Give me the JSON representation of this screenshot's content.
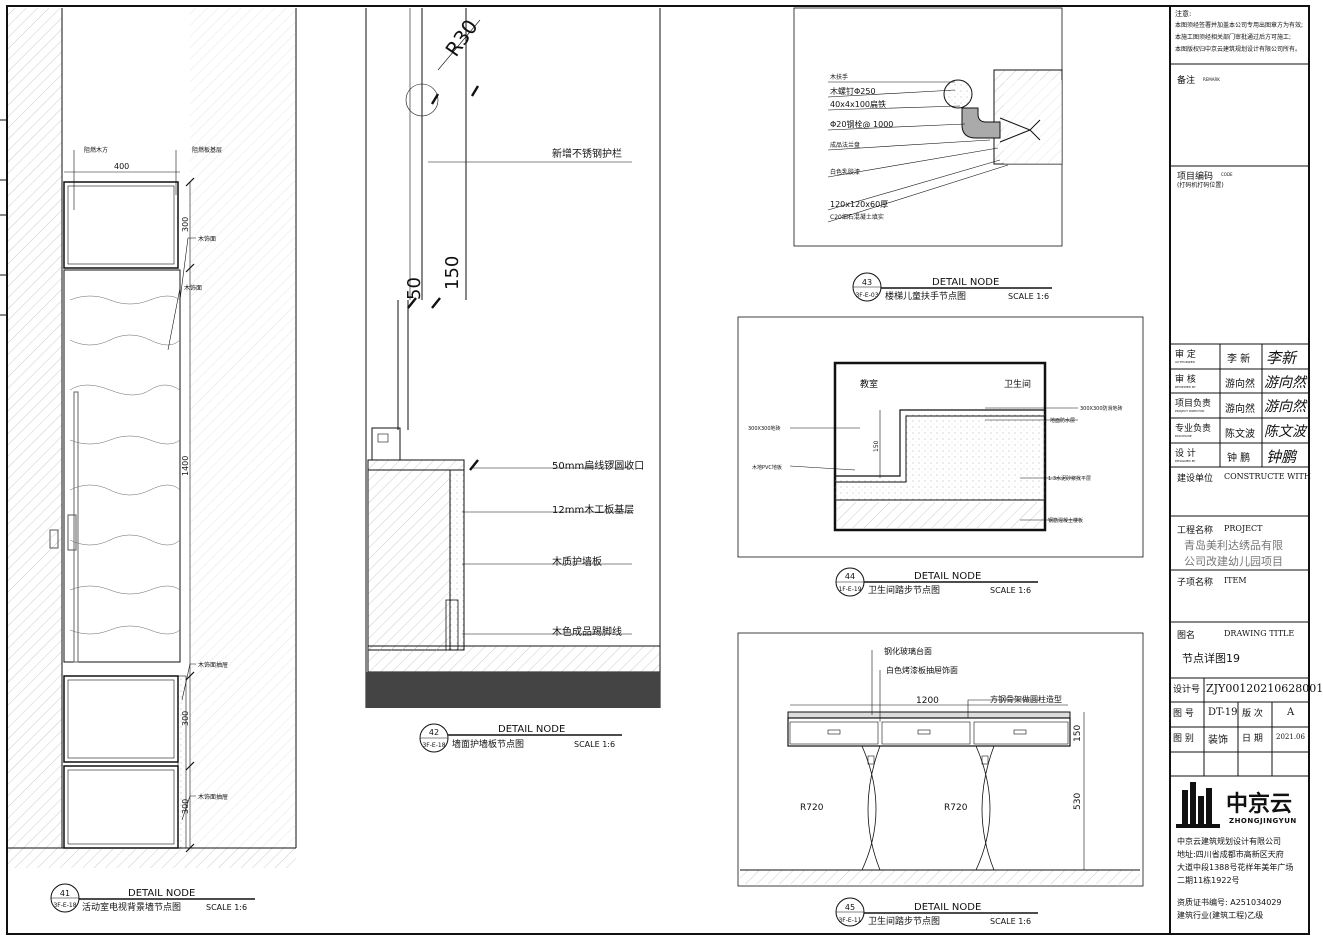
{
  "panels": {
    "d41": {
      "num": "41",
      "ref": "3F-E-18",
      "node": "DETAIL NODE",
      "title": "活动室电视背景墙节点图",
      "scale": "SCALE 1:6",
      "labels": {
        "a": "阻燃木方",
        "b": "阻燃板基层",
        "c": "木饰面",
        "d": "木饰面",
        "e": "木饰面抽屉",
        "f": "木饰面抽屉"
      },
      "dims": {
        "w": "400",
        "h1": "300",
        "h2": "1400",
        "h3": "300",
        "h4": "300"
      }
    },
    "d42": {
      "num": "42",
      "ref": "3F-E-18",
      "node": "DETAIL NODE",
      "title": "墙面护墙板节点图",
      "scale": "SCALE 1:6",
      "labels": {
        "a": "新增不锈钢护栏",
        "b": "50mm扁线锣圆收口",
        "c": "12mm木工板基层",
        "d": "木质护墙板",
        "e": "木色成品踢脚线"
      },
      "dims": {
        "r": "R30",
        "d1": "50",
        "d2": "150"
      }
    },
    "d43": {
      "num": "43",
      "ref": "3F-E-03",
      "node": "DETAIL NODE",
      "title": "楼梯儿童扶手节点图",
      "scale": "SCALE 1:6",
      "labels": [
        "木扶手",
        "木螺钉Φ250",
        "40x4x100扁铁",
        "Φ20钢栓@ 1000",
        "成品法兰盘",
        "白色乳胶漆",
        "120x120x60厚",
        "C20细石混凝土填实"
      ]
    },
    "d44": {
      "num": "44",
      "ref": "1F-E-19",
      "node": "DETAIL NODE",
      "title": "卫生间踏步节点图",
      "scale": "SCALE 1:6",
      "labels": {
        "left_room": "教室",
        "right_room": "卫生间",
        "l1": "300X300地砖",
        "l2": "木地PVC地板",
        "r1": "300X300防滑地砖",
        "r2": "地面防水层",
        "r3": "1:3水泥砂浆找平层",
        "r4": "钢筋混凝土楼板",
        "dim": "150"
      }
    },
    "d45": {
      "num": "45",
      "ref": "3F-E-11",
      "node": "DETAIL NODE",
      "title": "卫生间踏步节点图",
      "scale": "SCALE 1:6",
      "labels": {
        "a": "钢化玻璃台面",
        "b": "白色烤漆板抽屉饰面",
        "c": "方钢骨架做圆柱造型"
      },
      "dims": {
        "w": "1200",
        "h1": "150",
        "h2": "530",
        "r1": "R720",
        "r2": "R720"
      }
    }
  },
  "titleblock": {
    "note_title": "注意:",
    "notes": [
      "本图须经签署并加盖本公司专用出图章方为有效;",
      "本施工图须经相关部门审批通过后方可施工;",
      "本图版权归中京云建筑规划设计有限公司所有。"
    ],
    "remark_label": "备注",
    "remark_en": "REMARK",
    "project_code_label": "项目编码",
    "project_code_en": "CODE",
    "project_code_note": "(打码机打码位置)",
    "roles": [
      {
        "label": "审  定",
        "en": "AUTHORIZED",
        "name": "李  新",
        "sign": "李新"
      },
      {
        "label": "审  核",
        "en": "REVIEWED BY",
        "name": "游向然",
        "sign": "游向然"
      },
      {
        "label": "项目负责",
        "en": "PROJECT DIRECTOR",
        "name": "游向然",
        "sign": "游向然"
      },
      {
        "label": "专业负责",
        "en": "DISCIPLINE",
        "name": "陈文波",
        "sign": "陈文波"
      },
      {
        "label": "设  计",
        "en": "DESIGNED BY",
        "name": "钟  鹏",
        "sign": "钟鹏"
      }
    ],
    "builder_label": "建设单位",
    "builder_en": "CONSTRUCTE WITH",
    "project_label": "工程名称",
    "project_en": "PROJECT",
    "project_name_1": "青岛美利达绣品有限",
    "project_name_2": "公司改建幼儿园项目",
    "item_label": "子项名称",
    "item_en": "ITEM",
    "drawing_title_label": "图名",
    "drawing_title_en": "DRAWING TITLE",
    "drawing_title": "节点详图19",
    "design_no_label": "设计号",
    "design_no": "ZJY00120210628001",
    "drawing_no_label": "图  号",
    "drawing_no": "DT-19",
    "version_label": "版  次",
    "version": "A",
    "discipline_label": "图  别",
    "discipline": "装饰",
    "date_label": "日  期",
    "date": "2021.06",
    "logo_cn": "中京云",
    "logo_en": "ZHONGJINGYUN",
    "company": "中京云建筑规划设计有限公司",
    "address_1": "地址:四川省成都市高新区天府",
    "address_2": "大道中段1388号花样年美年广场",
    "address_3": "二期11栋1922号",
    "cert_no": "资质证书编号: A251034029",
    "cert_grade": "建筑行业(建筑工程)乙级"
  },
  "colors": {
    "line": "#111111",
    "hatch": "#888888",
    "base": "#444444"
  }
}
